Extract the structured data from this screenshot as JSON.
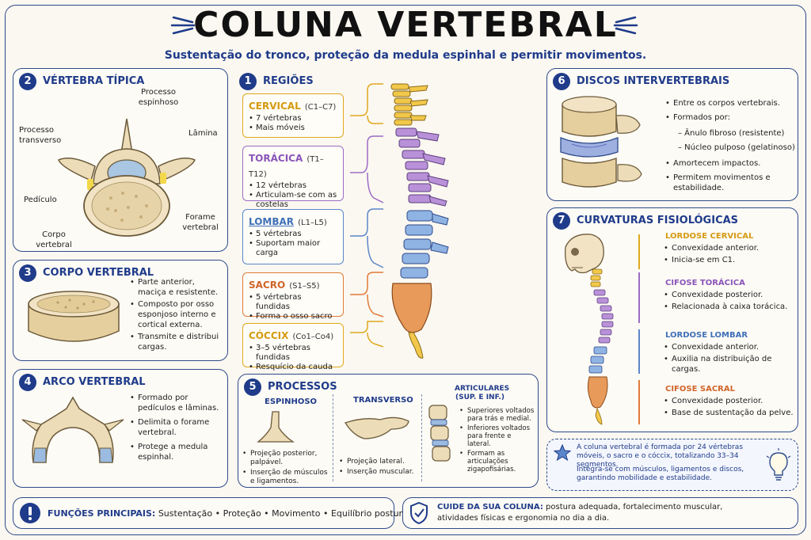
{
  "header": {
    "title": "COLUNA VERTEBRAL",
    "subtitle": "Sustentação do tronco, proteção da medula espinhal e permitir movimentos."
  },
  "colors": {
    "primary": "#1f3b8a",
    "cervical": "#e0a81e",
    "toracica": "#9b6cc4",
    "lombar": "#5b86c9",
    "sacro": "#e07b39",
    "coccix": "#e0a81e"
  },
  "vertebra_tipica": {
    "number": "2",
    "title": "VÉRTEBRA TÍPICA",
    "labels": {
      "processo_espinhoso": "Processo espinhoso",
      "processo_transverso": "Processo transverso",
      "lamina": "Lâmina",
      "pediculo": "Pedículo",
      "forame_vertebral": "Forame vertebral",
      "corpo_vertebral": "Corpo vertebral"
    }
  },
  "regioes": {
    "number": "1",
    "title": "REGIÕES",
    "items": [
      {
        "name": "CERVICAL",
        "range": "(C1–C7)",
        "bullets": [
          "7 vértebras",
          "Mais móveis"
        ]
      },
      {
        "name": "TORÁCICA",
        "range": "(T1–T12)",
        "bullets": [
          "12 vértebras",
          "Articulam-se com as costelas"
        ]
      },
      {
        "name": "LOMBAR",
        "range": "(L1–L5)",
        "bullets": [
          "5 vértebras",
          "Suportam maior carga"
        ]
      },
      {
        "name": "SACRO",
        "range": "(S1–S5)",
        "bullets": [
          "5 vértebras fundidas",
          "Forma o osso sacro"
        ]
      },
      {
        "name": "CÓCCIX",
        "range": "(Co1–Co4)",
        "bullets": [
          "3–5 vértebras fundidas",
          "Resquício da cauda"
        ]
      }
    ]
  },
  "corpo_vertebral": {
    "number": "3",
    "title": "CORPO VERTEBRAL",
    "bullets": [
      "Parte anterior, maciça e resistente.",
      "Composto por osso esponjoso interno e cortical externa.",
      "Transmite e distribui cargas."
    ]
  },
  "arco_vertebral": {
    "number": "4",
    "title": "ARCO VERTEBRAL",
    "bullets": [
      "Formado por pedículos e lâminas.",
      "Delimita o forame vertebral.",
      "Protege a medula espinhal."
    ]
  },
  "processos": {
    "number": "5",
    "title": "PROCESSOS",
    "espinhoso": {
      "title": "ESPINHOSO",
      "bullets": [
        "Projeção posterior, palpável.",
        "Inserção de músculos e ligamentos."
      ]
    },
    "transverso": {
      "title": "TRANSVERSO",
      "bullets": [
        "Projeção lateral.",
        "Inserção muscular."
      ]
    },
    "articulares": {
      "title": "ARTICULARES (SUP. E INF.)",
      "bullets": [
        "Superiores voltados para trás e medial.",
        "Inferiores voltados para frente e lateral.",
        "Formam as articulações zigapofisárias."
      ]
    }
  },
  "discos": {
    "number": "6",
    "title": "DISCOS INTERVERTEBRAIS",
    "bullets": [
      "Entre os corpos vertebrais.",
      "Formados por:",
      "Permitem movimentos e estabilidade."
    ],
    "sub": [
      "– Ânulo fibroso (resistente)",
      "– Núcleo pulposo (gelatinoso)"
    ],
    "bullet3": "Amortecem impactos."
  },
  "curvaturas": {
    "number": "7",
    "title": "CURVATURAS FISIOLÓGICAS",
    "items": [
      {
        "name": "LORDOSE CERVICAL",
        "bullets": [
          "Convexidade anterior.",
          "Inicia-se em C1."
        ]
      },
      {
        "name": "CIFOSE TORÁCICA",
        "bullets": [
          "Convexidade posterior.",
          "Relacionada à caixa torácica."
        ]
      },
      {
        "name": "LORDOSE LOMBAR",
        "bullets": [
          "Convexidade anterior.",
          "Auxilia na distribuição de cargas."
        ]
      },
      {
        "name": "CIFOSE SACRAL",
        "bullets": [
          "Convexidade posterior.",
          "Base de sustentação da pelve."
        ]
      }
    ]
  },
  "nota": {
    "line1": "A coluna vertebral é formada por 24 vértebras móveis, o sacro e o cóccix, totalizando 33–34 segmentos.",
    "line2": "Integra-se com músculos, ligamentos e discos, garantindo mobilidade e estabilidade."
  },
  "funcoes": {
    "label": "FUNÇÕES PRINCIPAIS:",
    "items": [
      "Sustentação",
      "Proteção",
      "Movimento",
      "Equilíbrio postural"
    ]
  },
  "cuide": {
    "label": "CUIDE DA SUA COLUNA:",
    "text1": "postura adequada, fortalecimento muscular,",
    "text2": "atividades físicas e ergonomia no dia a dia."
  }
}
